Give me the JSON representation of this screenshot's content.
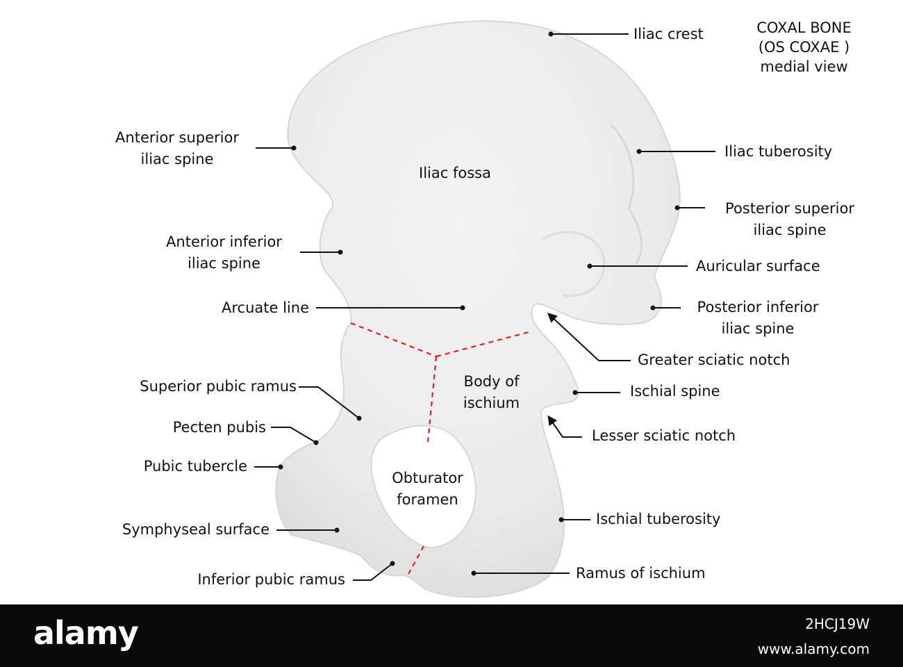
{
  "title": {
    "line1": "COXAL BONE",
    "line2": "(OS COXAE )",
    "line3": "medial view"
  },
  "regions": {
    "iliac_fossa": "Iliac fossa",
    "body_of_ischium_1": "Body of",
    "body_of_ischium_2": "ischium",
    "obturator_1": "Obturator",
    "obturator_2": "foramen"
  },
  "labels": {
    "iliac_crest": "Iliac crest",
    "asis_1": "Anterior superior",
    "asis_2": "iliac spine",
    "iliac_tuberosity": "Iliac tuberosity",
    "psis_1": "Posterior superior",
    "psis_2": "iliac spine",
    "aiis_1": "Anterior inferior",
    "aiis_2": "iliac spine",
    "auricular_surface": "Auricular surface",
    "arcuate_line": "Arcuate line",
    "piis_1": "Posterior inferior",
    "piis_2": "iliac spine",
    "greater_sciatic_notch": "Greater sciatic notch",
    "superior_pubic_ramus": "Superior pubic ramus",
    "ischial_spine": "Ischial spine",
    "pecten_pubis": "Pecten pubis",
    "lesser_sciatic_notch": "Lesser sciatic notch",
    "pubic_tubercle": "Pubic tubercle",
    "ischial_tuberosity": "Ischial tuberosity",
    "symphyseal_surface": "Symphyseal surface",
    "inferior_pubic_ramus": "Inferior pubic ramus",
    "ramus_of_ischium": "Ramus of ischium"
  },
  "footer": {
    "logo": "alamy",
    "image_id": "2HCJ19W",
    "url": "www.alamy.com"
  },
  "colors": {
    "bone": "#ededed",
    "bone_edge": "#d4d4d4",
    "suture": "#e0201e",
    "leader": "#111111",
    "footer_bg": "#0a0a0a"
  }
}
